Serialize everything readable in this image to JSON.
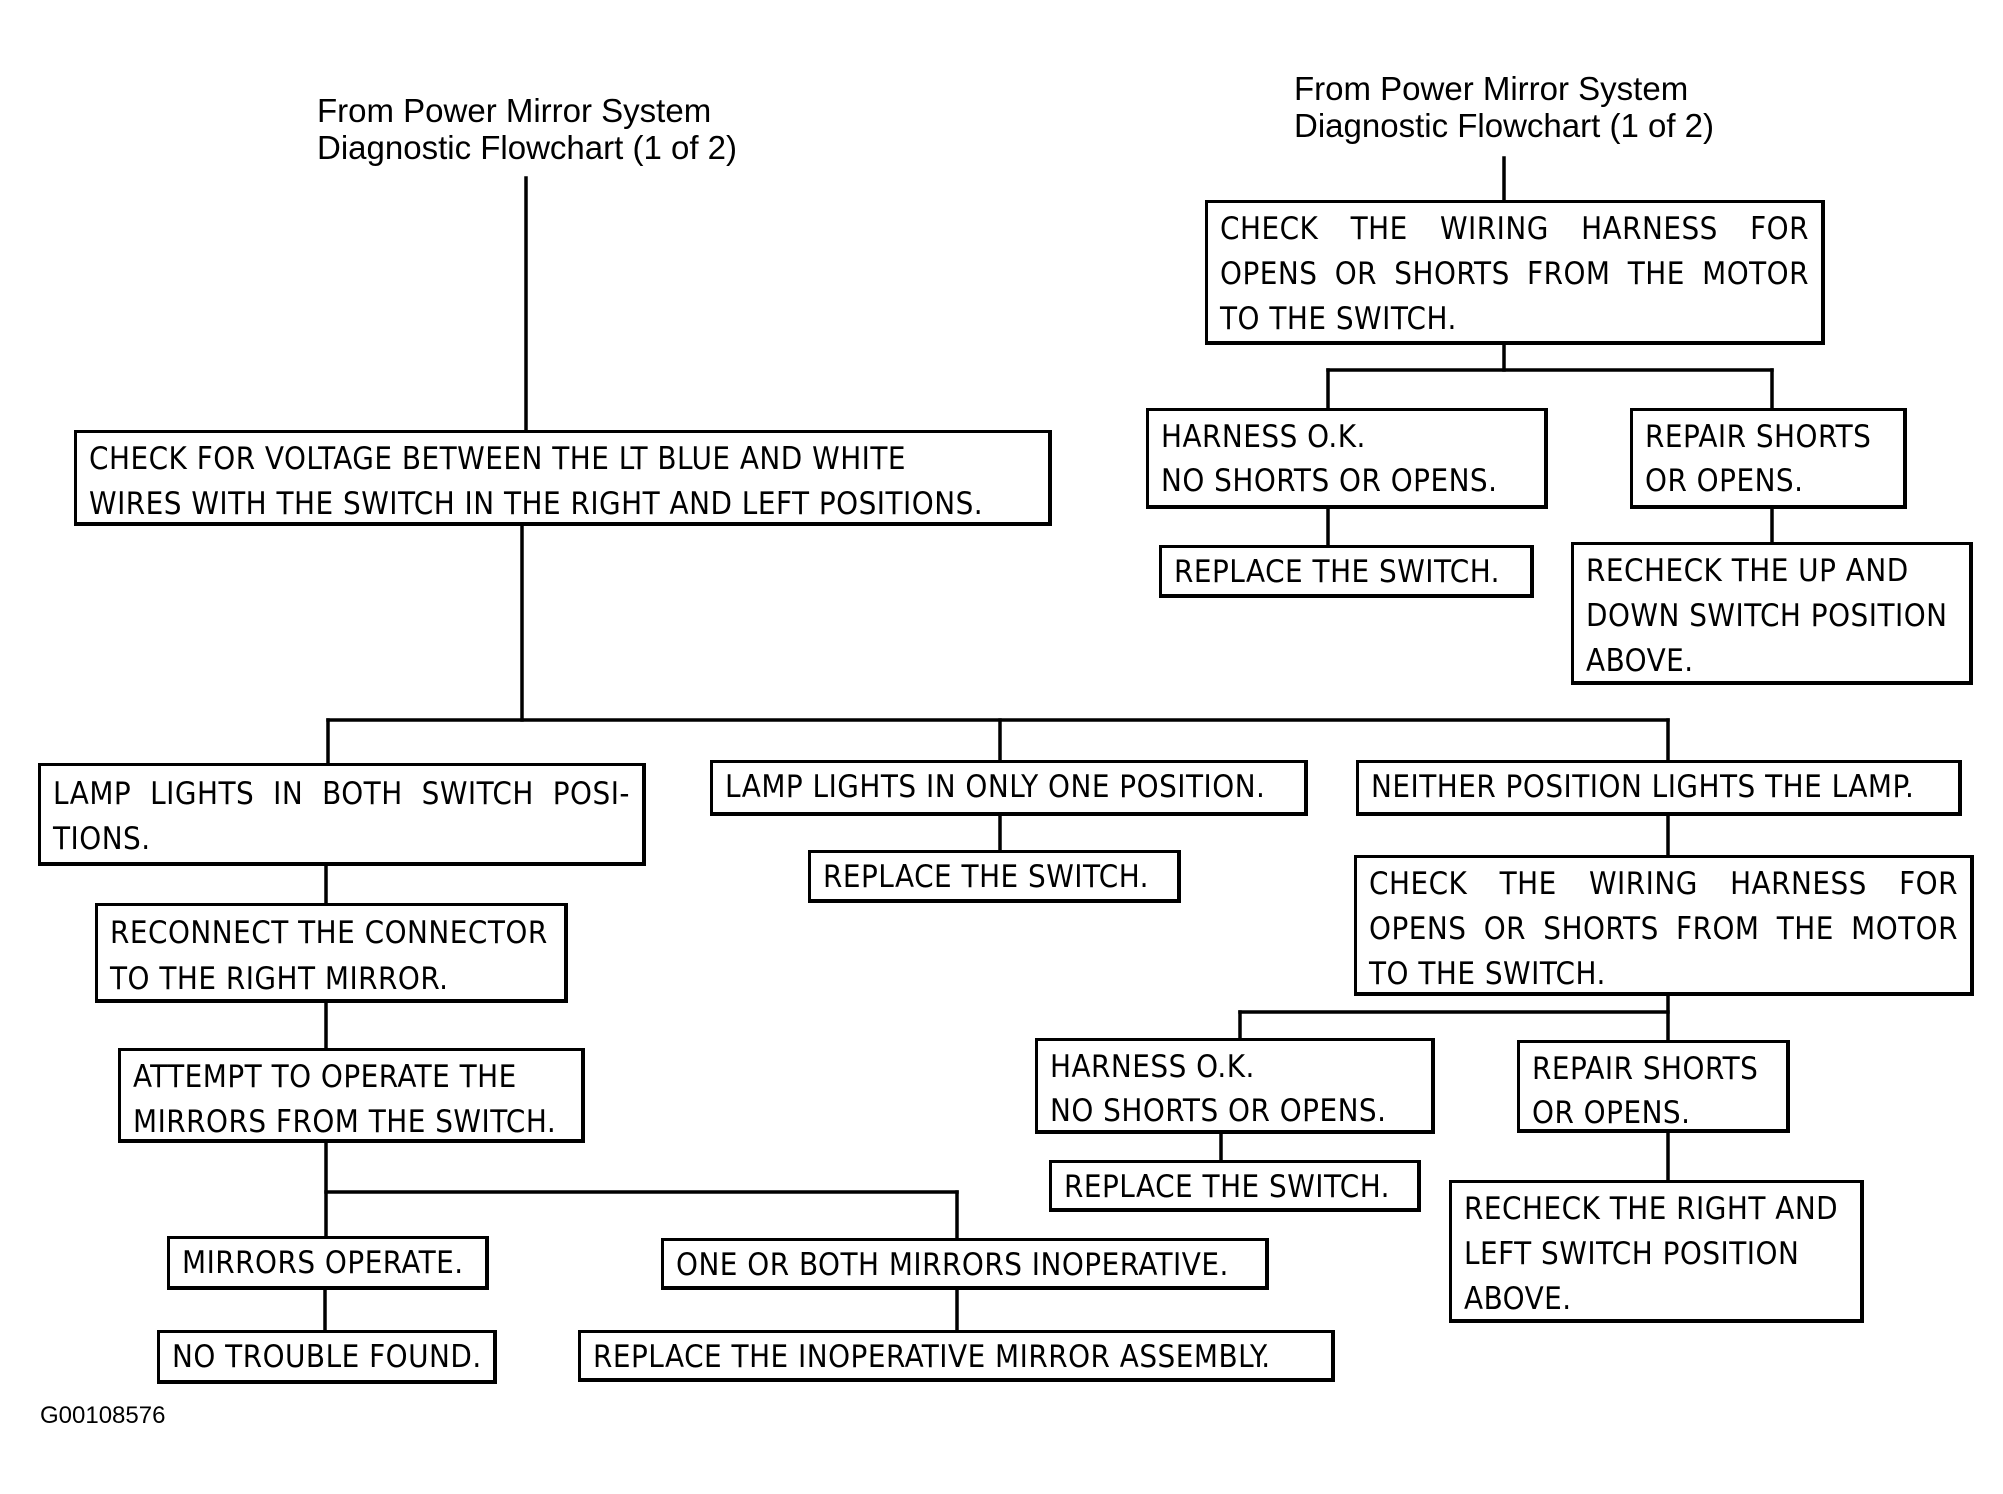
{
  "headers": {
    "left": "From Power Mirror System\nDiagnostic Flowchart (1 of 2)",
    "right": "From Power Mirror System\nDiagnostic Flowchart (1 of 2)"
  },
  "right_branch": {
    "check_harness": "CHECK THE WIRING HARNESS FOR OPENS OR SHORTS FROM THE MOTOR TO THE SWITCH.",
    "harness_ok": "HARNESS O.K.\nNO SHORTS OR OPENS.",
    "repair": "REPAIR SHORTS\nOR OPENS.",
    "replace_switch": "REPLACE THE SWITCH.",
    "recheck": "RECHECK THE UP AND\nDOWN SWITCH POSITION\nABOVE."
  },
  "main": {
    "check_voltage": "CHECK FOR VOLTAGE BETWEEN THE LT BLUE AND WHITE\nWIRES WITH THE SWITCH IN THE RIGHT AND LEFT POSITIONS.",
    "lamp_both": "LAMP LIGHTS IN BOTH SWITCH POSI- TIONS.",
    "lamp_one": "LAMP LIGHTS IN ONLY ONE POSITION.",
    "neither": "NEITHER POSITION LIGHTS THE LAMP.",
    "replace_switch_mid": "REPLACE THE SWITCH.",
    "reconnect": "RECONNECT THE CONNECTOR\nTO THE RIGHT MIRROR.",
    "attempt": "ATTEMPT TO OPERATE THE\nMIRRORS FROM THE SWITCH.",
    "mirrors_operate": "MIRRORS OPERATE.",
    "no_trouble": "NO TROUBLE FOUND.",
    "one_or_both": "ONE OR BOTH MIRRORS INOPERATIVE.",
    "replace_assembly": "REPLACE THE INOPERATIVE MIRROR ASSEMBLY.",
    "check_harness_2": "CHECK THE WIRING HARNESS FOR OPENS OR SHORTS FROM THE MOTOR TO THE SWITCH.",
    "harness_ok_2": "HARNESS O.K.\nNO SHORTS OR OPENS.",
    "repair_2": "REPAIR SHORTS\nOR OPENS.",
    "replace_switch_2": "REPLACE THE SWITCH.",
    "recheck_2": "RECHECK THE RIGHT AND\nLEFT SWITCH POSITION\nABOVE."
  },
  "figure_id": "G00108576"
}
